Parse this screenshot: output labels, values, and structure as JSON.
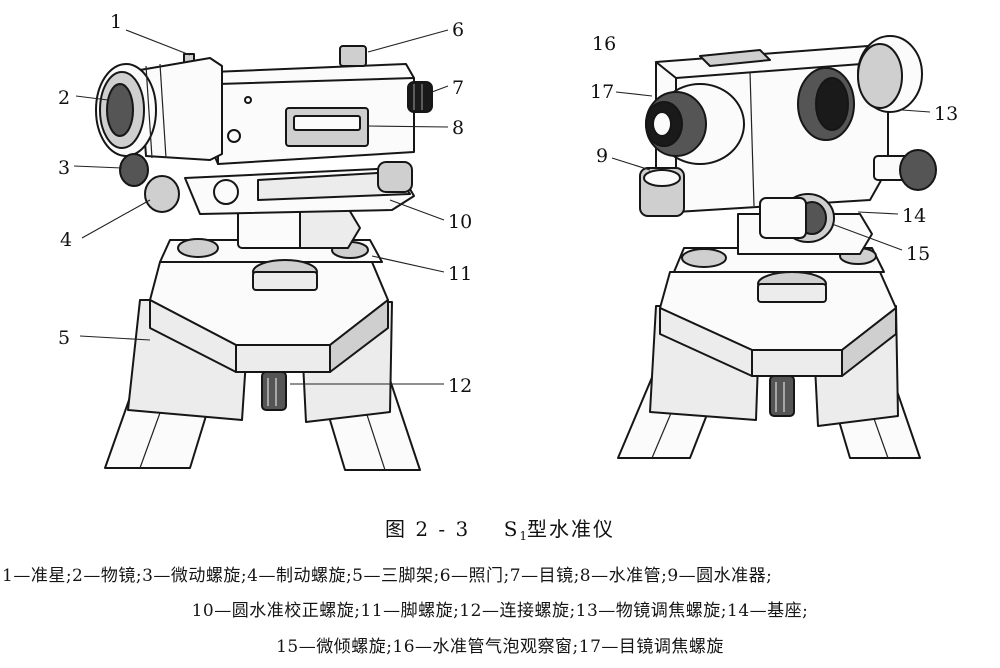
{
  "figure": {
    "caption_prefix": "图 2 - 3",
    "caption_model": "S",
    "caption_model_sub": "1",
    "caption_title": "型水准仪"
  },
  "callouts": [
    "1",
    "2",
    "3",
    "4",
    "5",
    "6",
    "7",
    "8",
    "9",
    "10",
    "11",
    "12",
    "13",
    "14",
    "15",
    "16",
    "17"
  ],
  "legend": {
    "line1": "1—准星;2—物镜;3—微动螺旋;4—制动螺旋;5—三脚架;6—照门;7—目镜;8—水准管;9—圆水准器;",
    "line2": "10—圆水准校正螺旋;11—脚螺旋;12—连接螺旋;13—物镜调焦螺旋;14—基座;",
    "line3": "15—微倾螺旋;16—水准管气泡观察窗;17—目镜调焦螺旋"
  }
}
